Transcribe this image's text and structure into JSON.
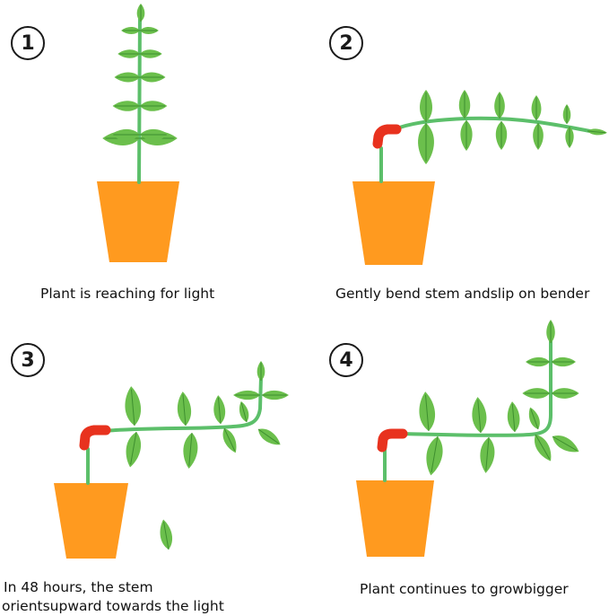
{
  "colors": {
    "stem": "#5cbf6a",
    "leaf": "#6bbf4c",
    "leaf_vein": "#3e8f2f",
    "pot": "#ff9a1f",
    "bender": "#e8321e",
    "outline": "#1a1a1a",
    "text": "#111111"
  },
  "steps": [
    {
      "number": "1",
      "caption": [
        "Plant is reaching for light"
      ]
    },
    {
      "number": "2",
      "caption": [
        "Gently bend stem andslip on bender"
      ]
    },
    {
      "number": "3",
      "caption": [
        "In 48 hours, the stem",
        "orientsupward towards the light"
      ]
    },
    {
      "number": "4",
      "caption": [
        "Plant continues to growbigger"
      ]
    }
  ]
}
